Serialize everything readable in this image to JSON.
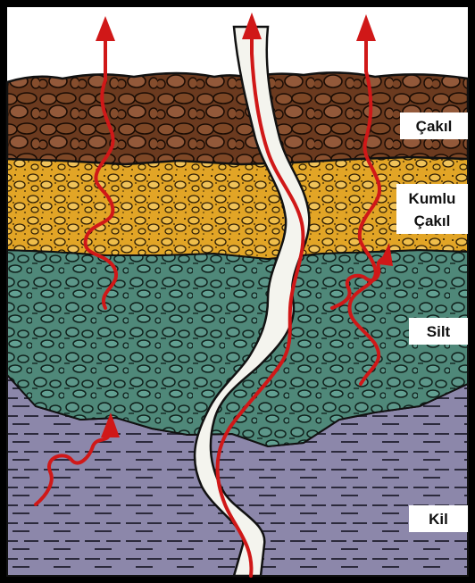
{
  "layers": [
    {
      "key": "cakil",
      "lines": [
        "Çakıl"
      ],
      "color": "#6b3a1f"
    },
    {
      "key": "kumlu-cakil",
      "lines": [
        "Kumlu",
        "Çakıl"
      ],
      "color": "#e0a426"
    },
    {
      "key": "silt",
      "lines": [
        "Silt"
      ],
      "color": "#4e8678"
    },
    {
      "key": "kil",
      "lines": [
        "Kil"
      ],
      "color": "#8a84a8"
    }
  ],
  "labels": {
    "cakil": "Çakıl",
    "kumlu": "Kumlu",
    "kumlu_cakil": "Çakıl",
    "silt": "Silt",
    "kil": "Kil"
  },
  "colors": {
    "arrow": "#d01818",
    "crack": "#f4f4ee",
    "outline": "#111111",
    "sky": "#ffffff"
  },
  "icons": {
    "arrow": "red-wavy-arrow-icon",
    "pebble": "pebble-texture",
    "dash": "clay-dash-texture"
  }
}
